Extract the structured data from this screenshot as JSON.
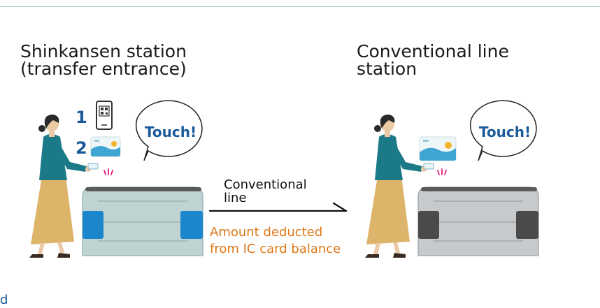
{
  "headings": {
    "left": [
      "Shinkansen station",
      "(transfer entrance)"
    ],
    "right": [
      "Conventional line",
      "station"
    ]
  },
  "arrow": {
    "label": [
      "Conventional",
      "line"
    ],
    "note": [
      "Amount deducted",
      "from IC card balance"
    ]
  },
  "bubbles": {
    "left": "Touch!",
    "right": "Touch!"
  },
  "steps": [
    "1",
    "2"
  ],
  "edge_fragment": "d",
  "colors": {
    "rule": "#a8c4cc",
    "accent_blue": "#1a5a9a",
    "note_orange": "#e07818",
    "gate_left": "#bed3d2",
    "gate_right": "#c6cacc",
    "panel_left": "#1c86cc",
    "panel_right": "#4a4a4a",
    "coat": "#1c7a88",
    "skirt": "#dcb56a",
    "skin": "#ecc9a5",
    "hair": "#2a2a2a",
    "signal": "#e6006e"
  },
  "icons": {
    "phone": "smartphone-qr-icon",
    "card": "ic-card-icon",
    "traveller": "woman-traveller-illustration",
    "gate": "ticket-gate-illustration",
    "bubble": "speech-bubble-shape",
    "arrow": "right-arrow-line"
  }
}
